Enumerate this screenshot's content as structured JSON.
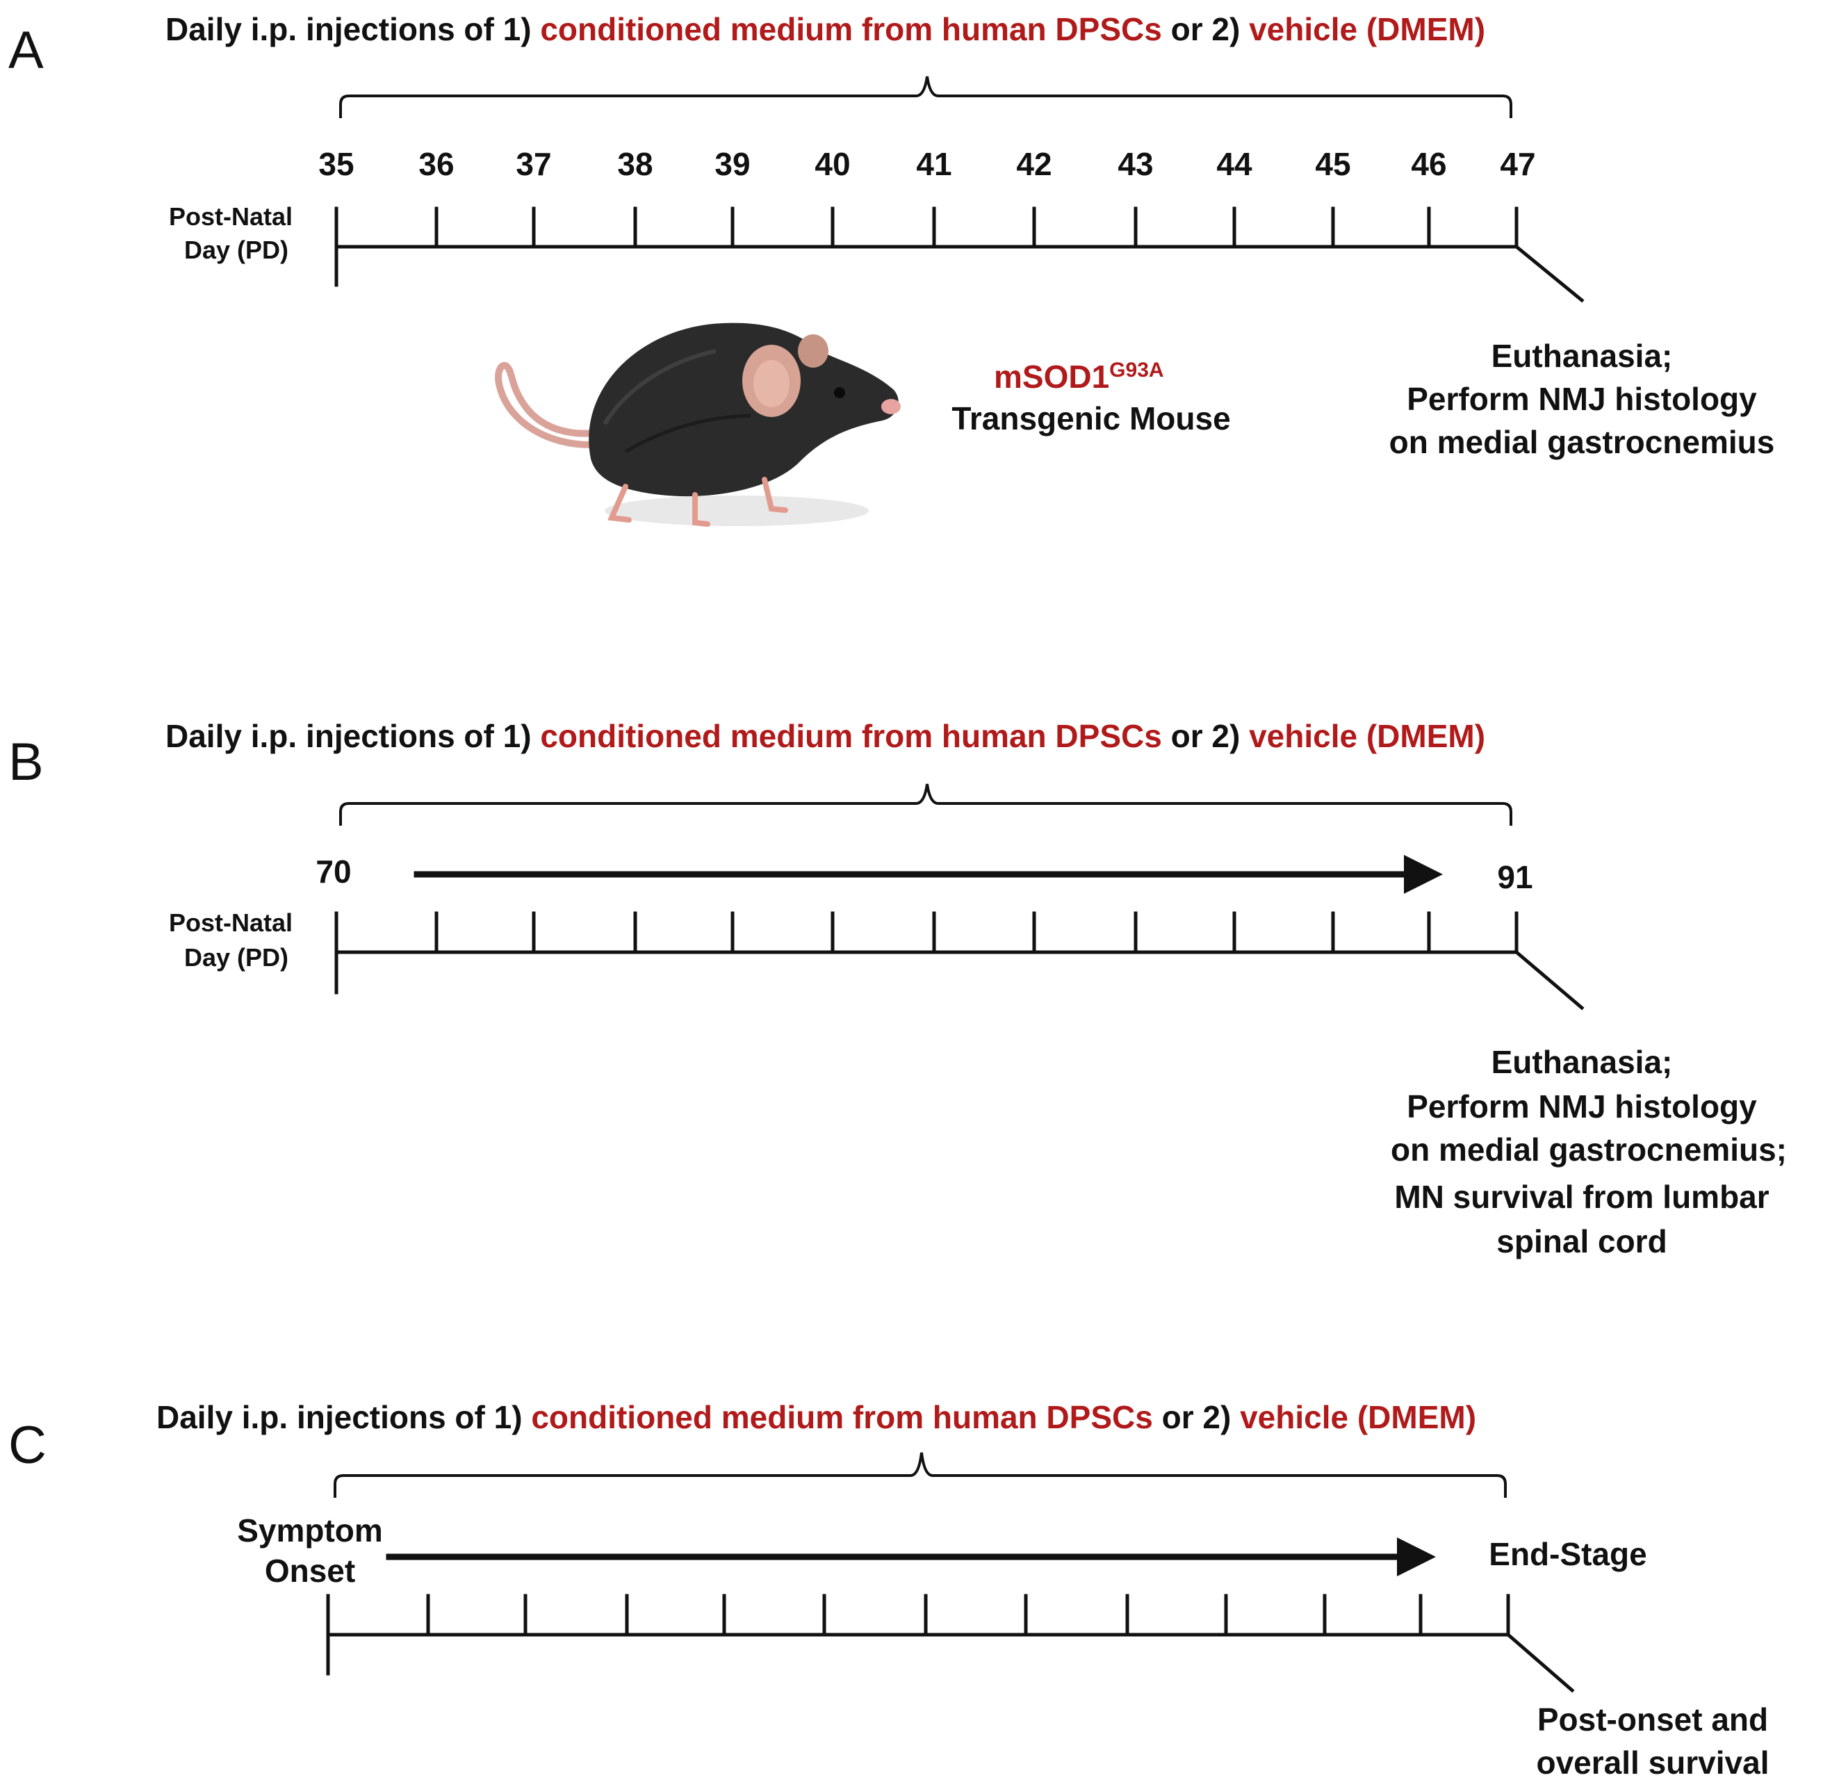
{
  "panels": [
    {
      "letter": "A",
      "header": {
        "part1": "Daily i.p. injections of 1) ",
        "part2": "conditioned medium from human DPSCs",
        "part3": " or 2) ",
        "part4": "vehicle (DMEM)"
      },
      "axis_label_line1": "Post-Natal",
      "axis_label_line2": "Day (PD)",
      "tick_labels": [
        "35",
        "36",
        "37",
        "38",
        "39",
        "40",
        "41",
        "42",
        "43",
        "44",
        "45",
        "46",
        "47"
      ],
      "mouse_label_main": "mSOD1",
      "mouse_label_sup": "G93A",
      "mouse_label_line2": "Transgenic Mouse",
      "endpoint_lines": [
        "Euthanasia;",
        "Perform NMJ histology",
        "on medial gastrocnemius"
      ]
    },
    {
      "letter": "B",
      "header": {
        "part1": "Daily i.p. injections of 1) ",
        "part2": "conditioned medium from human DPSCs",
        "part3": " or 2) ",
        "part4": "vehicle (DMEM)"
      },
      "axis_label_line1": "Post-Natal",
      "axis_label_line2": "Day (PD)",
      "start_label": "70",
      "end_label": "91",
      "endpoint_lines": [
        "Euthanasia;",
        "Perform NMJ histology",
        "on medial gastrocnemius;",
        "MN survival from lumbar",
        "spinal cord"
      ]
    },
    {
      "letter": "C",
      "header": {
        "part1": "Daily i.p. injections of 1) ",
        "part2": "conditioned medium from human DPSCs",
        "part3": " or 2) ",
        "part4": "vehicle (DMEM)"
      },
      "start_label_line1": "Symptom",
      "start_label_line2": "Onset",
      "end_label": "End-Stage",
      "endpoint_lines": [
        "Post-onset and",
        "overall survival"
      ]
    }
  ],
  "colors": {
    "highlight": "#b11a1a",
    "text": "#111111"
  }
}
